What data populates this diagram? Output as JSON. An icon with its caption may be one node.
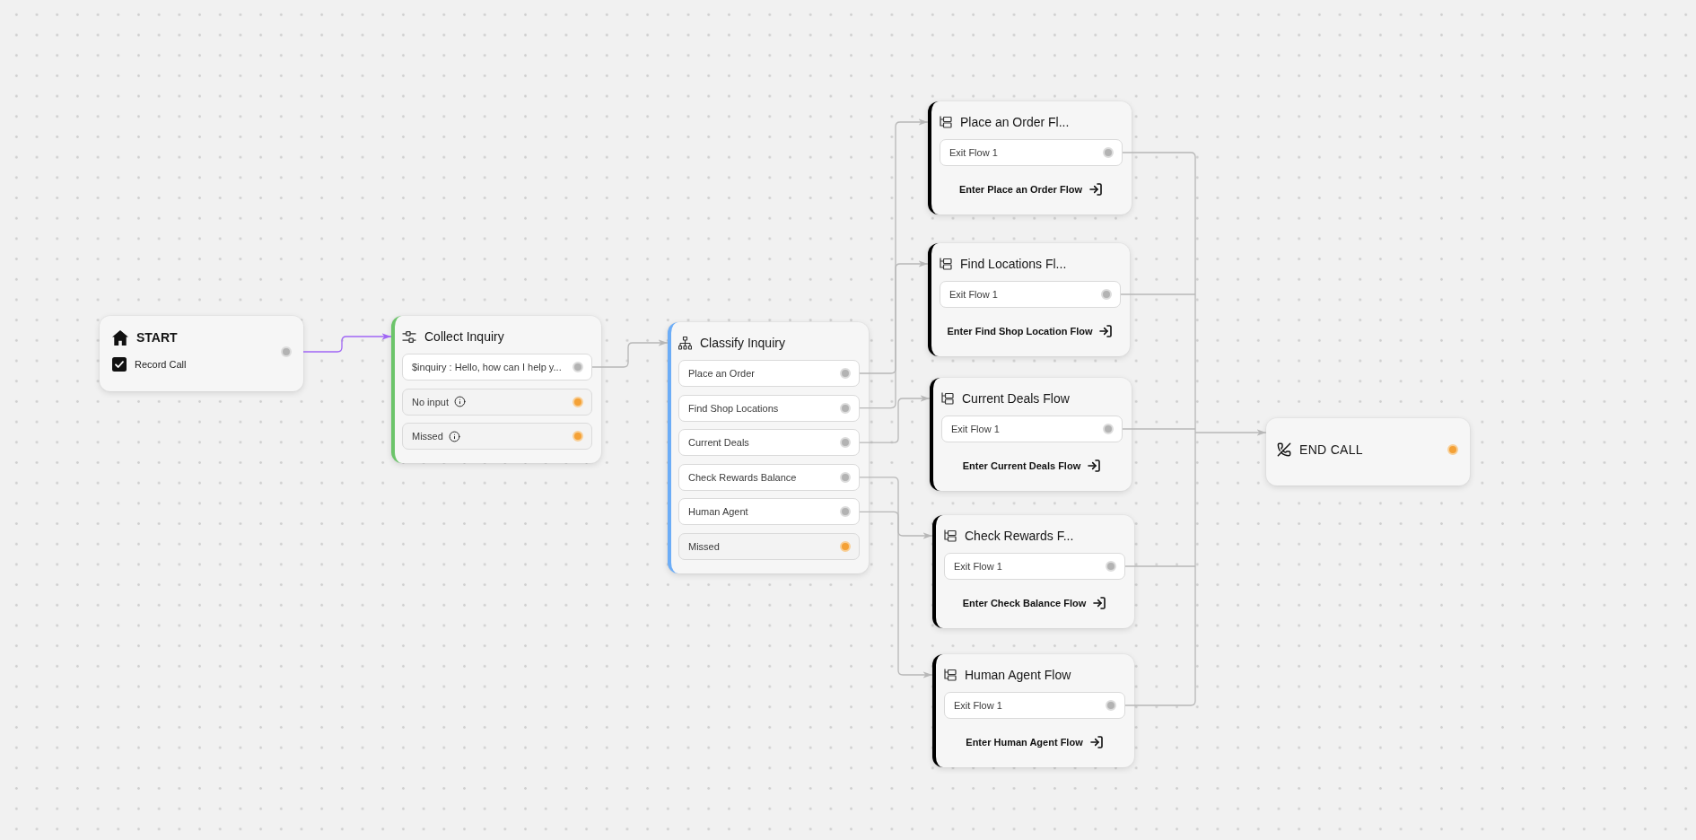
{
  "diagram": {
    "nodes": [
      {
        "text": [
          "START",
          "Record Call"
        ]
      },
      {
        "text": [
          "Collect Inquiry"
        ]
      },
      {
        "text": [
          "$inquiry : Hello, how can I help y..."
        ],
        "in": 1
      },
      {
        "text": [
          "No input"
        ],
        "in": 1
      },
      {
        "text": [
          "Missed"
        ],
        "in": 1
      },
      {
        "text": [
          "Classify Inquiry"
        ]
      },
      {
        "text": [
          "Place an Order"
        ],
        "in": 5
      },
      {
        "text": [
          "Find Shop Locations"
        ],
        "in": 5
      },
      {
        "text": [
          "Current Deals"
        ],
        "in": 5
      },
      {
        "text": [
          "Check Rewards Balance"
        ],
        "in": 5
      },
      {
        "text": [
          "Human Agent"
        ],
        "in": 5
      },
      {
        "text": [
          "Missed"
        ],
        "in": 5
      },
      {
        "text": [
          "Place an Order Fl...",
          "Enter Place an Order Flow"
        ]
      },
      {
        "text": [
          "Exit Flow 1"
        ],
        "in": 12
      },
      {
        "text": [
          "Find Locations Fl...",
          "Enter Find Shop Location Flow"
        ]
      },
      {
        "text": [
          "Exit Flow 1"
        ],
        "in": 14
      },
      {
        "text": [
          "Current Deals Flow",
          "Enter Current Deals Flow"
        ]
      },
      {
        "text": [
          "Exit Flow 1"
        ],
        "in": 16
      },
      {
        "text": [
          "Check Rewards F...",
          "Enter Check Balance Flow"
        ]
      },
      {
        "text": [
          "Exit Flow 1"
        ],
        "in": 18
      },
      {
        "text": [
          "Human Agent Flow",
          "Enter Human Agent Flow"
        ]
      },
      {
        "text": [
          "Exit Flow 1"
        ],
        "in": 20
      },
      {
        "text": [
          "END CALL"
        ]
      }
    ],
    "edges": [
      {
        "from": 0,
        "to": 1,
        "arrow": "to",
        "color": "#a066f5"
      },
      {
        "from": 2,
        "to": 5,
        "arrow": "to"
      },
      {
        "from": 6,
        "to": 12,
        "arrow": "to"
      },
      {
        "from": 7,
        "to": 14,
        "arrow": "to"
      },
      {
        "from": 8,
        "to": 16,
        "arrow": "to"
      },
      {
        "from": 9,
        "to": 18,
        "arrow": "to"
      },
      {
        "from": 10,
        "to": 20,
        "arrow": "to"
      },
      {
        "from": 13,
        "to": 22,
        "arrow": "to"
      },
      {
        "from": 15,
        "to": 22,
        "arrow": "to"
      },
      {
        "from": 17,
        "to": 22,
        "arrow": "to"
      },
      {
        "from": 19,
        "to": 22,
        "arrow": "to"
      },
      {
        "from": 21,
        "to": 22,
        "arrow": "to"
      }
    ]
  }
}
